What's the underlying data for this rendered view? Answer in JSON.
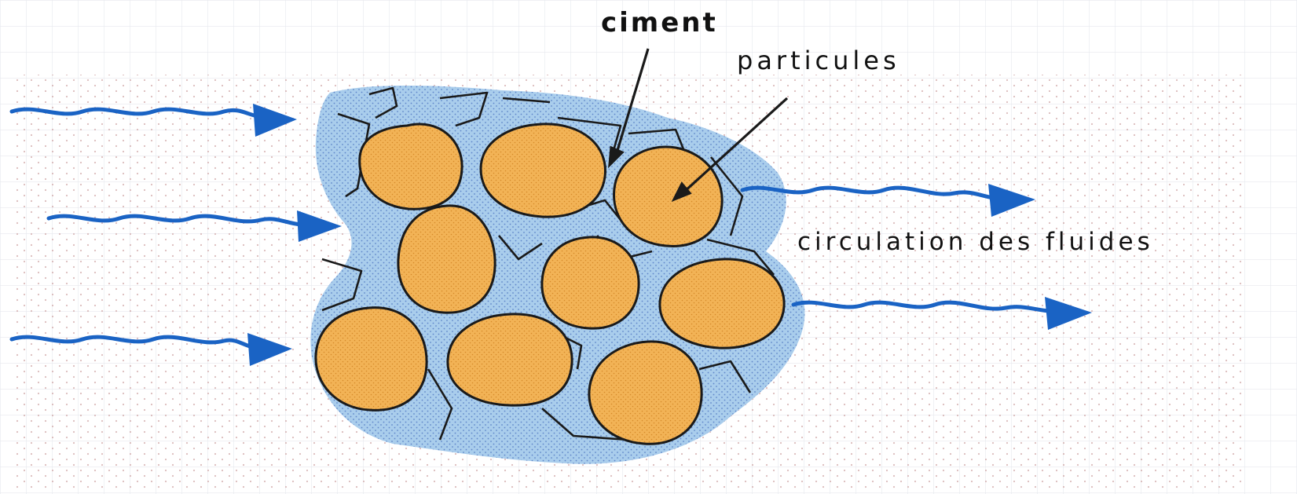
{
  "labels": {
    "cement": "ciment",
    "particles": "particules",
    "fluid_flow": "circulation des fluides"
  },
  "colors": {
    "background": "#ffffff",
    "grid": "#e6e8ee",
    "dots": "#c9a0a0",
    "cement": "#a9cdec",
    "cement_dots": "#5f86c9",
    "particle": "#f2b356",
    "particle_dots": "#d58a2a",
    "outline": "#1a1a1a",
    "arrow": "#1a63c4"
  }
}
